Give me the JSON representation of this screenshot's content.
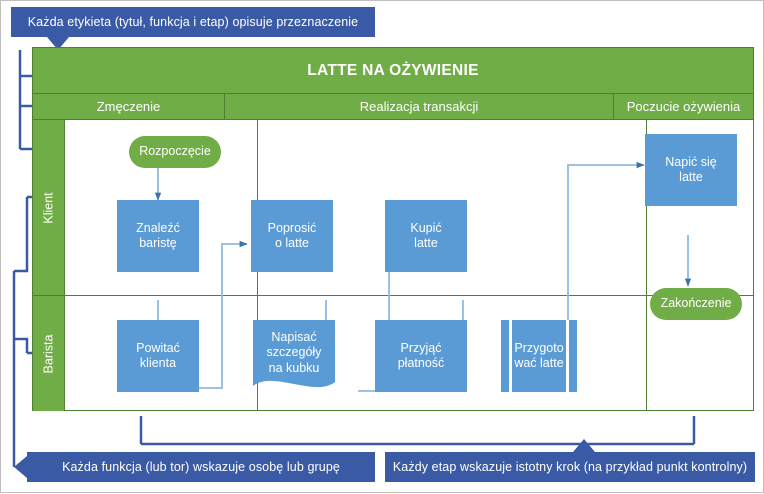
{
  "callouts": {
    "top": "Każda etykieta (tytuł, funkcja i etap) opisuje przeznaczenie",
    "bottom_left": "Każda funkcja (lub tor) wskazuje osobę lub grupę",
    "bottom_right": "Każdy etap wskazuje istotny krok (na przykład punkt kontrolny)"
  },
  "diagram": {
    "title": "LATTE NA OŻYWIENIE",
    "phases": [
      {
        "label": "Zmęczenie"
      },
      {
        "label": "Realizacja transakcji"
      },
      {
        "label": "Poczucie ożywienia"
      }
    ],
    "lanes": [
      {
        "label": "Klient"
      },
      {
        "label": "Barista"
      }
    ],
    "shapes": [
      {
        "id": "start",
        "label": "Rozpoczęcie",
        "type": "terminator"
      },
      {
        "id": "find",
        "label": "Znaleźć\nbaristę",
        "type": "process"
      },
      {
        "id": "ask",
        "label": "Poprosić\no latte",
        "type": "process"
      },
      {
        "id": "buy",
        "label": "Kupić\nlatte",
        "type": "process"
      },
      {
        "id": "drink",
        "label": "Napić się\nlatte",
        "type": "process"
      },
      {
        "id": "end",
        "label": "Zakończenie",
        "type": "terminator"
      },
      {
        "id": "greet",
        "label": "Powitać\nklienta",
        "type": "process"
      },
      {
        "id": "write",
        "label": "Napisać\nszczegóły\nna kubku",
        "type": "document"
      },
      {
        "id": "pay",
        "label": "Przyjąć\npłatność",
        "type": "process"
      },
      {
        "id": "make",
        "label": "Przygoto\nwać latte",
        "type": "predefined-process"
      }
    ]
  },
  "colors": {
    "green": "#70ad47",
    "green_border": "#507e32",
    "blue": "#5b9bd5",
    "callout_blue": "#3a5aa6",
    "connector": "#8fb9e0",
    "arrowhead": "#3d72ab",
    "leader": "#3a5aa6",
    "text_on_fill": "#ffffff"
  }
}
